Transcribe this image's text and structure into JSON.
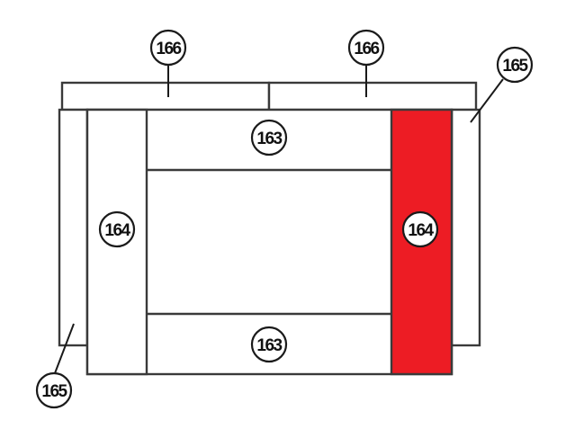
{
  "diagram": {
    "title": "",
    "highlight_color": "#ED1C24",
    "line_color": "#3a3a3a",
    "background": "#ffffff",
    "parts": [
      {
        "id": "top-bar-left",
        "part_no": "166"
      },
      {
        "id": "top-bar-right",
        "part_no": "166"
      },
      {
        "id": "side-panel-left",
        "part_no": "165"
      },
      {
        "id": "side-panel-right",
        "part_no": "165"
      },
      {
        "id": "column-left",
        "part_no": "164"
      },
      {
        "id": "column-right",
        "part_no": "164",
        "highlighted": true
      },
      {
        "id": "brick-top",
        "part_no": "163"
      },
      {
        "id": "brick-bottom",
        "part_no": "163"
      }
    ],
    "callouts": {
      "top_left_166": "166",
      "top_right_166": "166",
      "right_165": "165",
      "left_165": "165",
      "left_164": "164",
      "right_164": "164",
      "top_163": "163",
      "bottom_163": "163"
    }
  }
}
